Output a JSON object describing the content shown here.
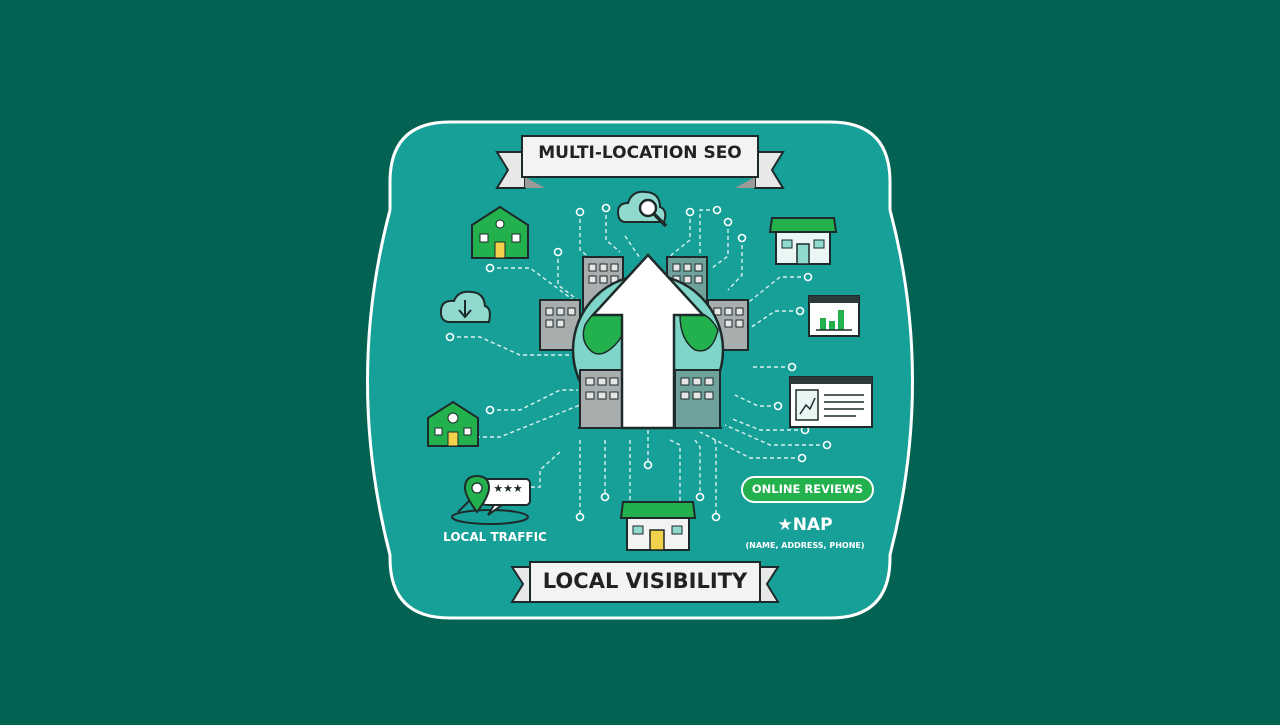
{
  "diagram": {
    "title": "MULTI-LOCATION SEO",
    "footer_title": "LOCAL VISIBILITY",
    "labels": {
      "local_traffic": "LOCAL TRAFFIC",
      "online_reviews": "ONLINE REVIEWS",
      "nap_star": "★",
      "nap": "NAP",
      "nap_detail": "(NAME, ADDRESS, PHONE)"
    },
    "review_stars": "★★★"
  },
  "colors": {
    "page_background": "#046252",
    "badge_fill": "#17a098",
    "accent_green": "#22b14c",
    "banner": "#f0f0f0",
    "outline": "#1e2a2a"
  },
  "icons": [
    "house-icon",
    "cloud-search-icon",
    "storefront-icon",
    "cloud-download-icon",
    "bar-chart-window-icon",
    "dashboard-window-icon",
    "house-icon",
    "map-pin-review-icon",
    "storefront-icon",
    "growth-arrow-icon",
    "globe-icon"
  ]
}
